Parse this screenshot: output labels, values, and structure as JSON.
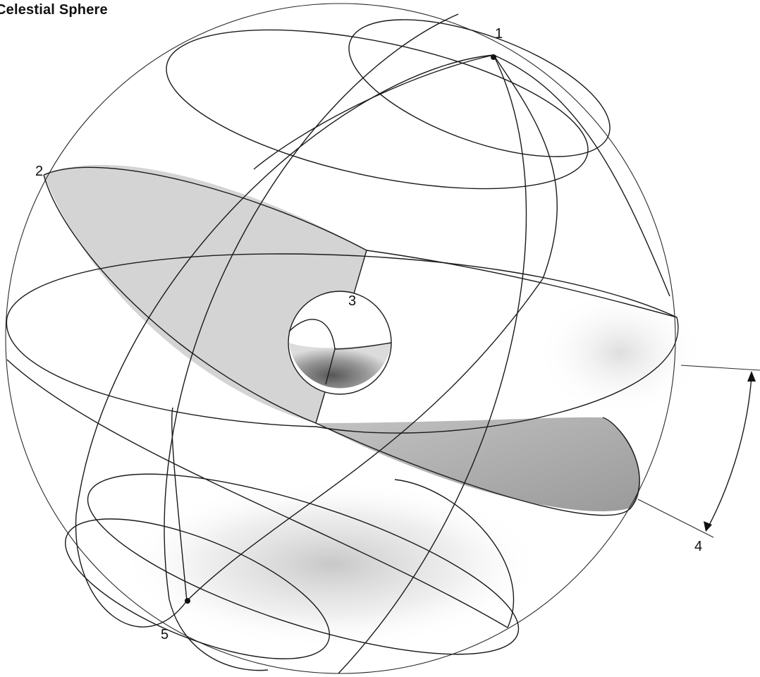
{
  "title": "Celestial Sphere",
  "callouts": {
    "c1": "1",
    "c2": "2",
    "c3": "3",
    "c4": "4",
    "c5": "5"
  },
  "colors": {
    "ink": "#1a1a1a",
    "shade": "#c9c9c9",
    "shade_dark": "#8a8a8a",
    "background": "#ffffff"
  }
}
